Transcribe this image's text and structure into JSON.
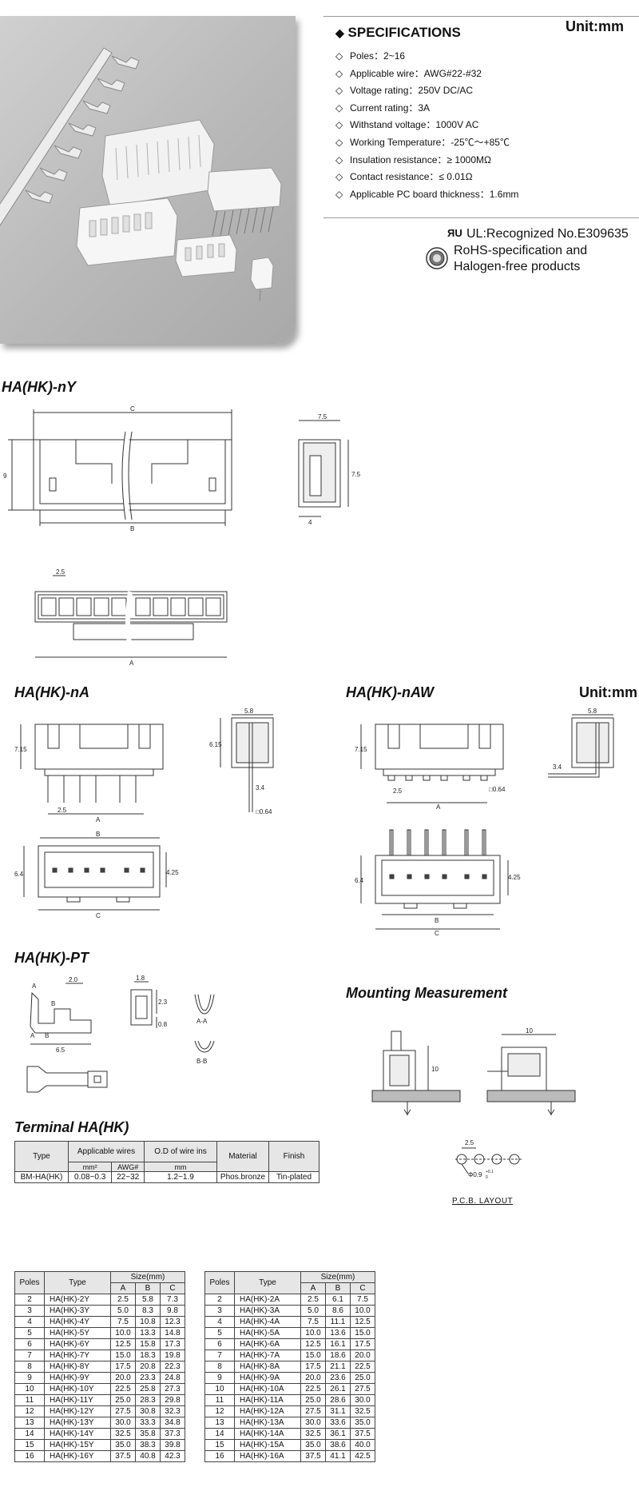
{
  "unit_label": "Unit:mm",
  "specifications": {
    "title": "SPECIFICATIONS",
    "items": [
      "Poles：2~16",
      "Applicable wire：AWG#22-#32",
      "Voltage rating：250V DC/AC",
      "Current rating：3A",
      "Withstand voltage：1000V AC",
      "Working Temperature：-25℃～+85℃",
      "Insulation resistance：≥ 1000MΩ",
      "Contact resistance：≤ 0.01Ω",
      "Applicable PC board thickness：1.6mm"
    ]
  },
  "certification": {
    "ul_mark": "ᴿᵁ",
    "ul_text": "UL:Recognized No.E309635",
    "rohs_line1": "RoHS-specification and",
    "rohs_line2": "Halogen-free products"
  },
  "sections": {
    "ny": "HA(HK)-nY",
    "na": "HA(HK)-nA",
    "naw": "HA(HK)-nAW",
    "pt": "HA(HK)-PT",
    "mounting": "Mounting Measurement",
    "terminal": "Terminal  HA(HK)"
  },
  "dims": {
    "ny_c": "C",
    "ny_b": "B",
    "ny_a": "A",
    "ny_9": "9",
    "ny_25": "2.5",
    "ny_side_75": "7.5",
    "ny_side_75v": "7.5",
    "ny_side_4": "4",
    "na_715": "7.15",
    "na_25": "2.5",
    "na_a": "A",
    "na_58": "5.8",
    "na_615": "6.15",
    "na_34": "3.4",
    "na_064": "□0.64",
    "na_b": "B",
    "na_c": "C",
    "na_64": "6.4",
    "na_425": "4.25",
    "naw_715": "7.15",
    "naw_25": "2.5",
    "naw_a": "A",
    "naw_064": "□0.64",
    "naw_58": "5.8",
    "naw_34": "3.4",
    "naw_64": "6.4",
    "naw_425": "4.25",
    "naw_b": "B",
    "naw_c": "C",
    "pt_a": "A",
    "pt_b": "B",
    "pt_20": "2.0",
    "pt_b1": "B",
    "pt_a1": "A",
    "pt_65": "6.5",
    "pt_18": "1.8",
    "pt_23": "2.3",
    "pt_08": "0.8",
    "pt_aa": "A-A",
    "pt_bb": "B-B",
    "mt_10v": "10",
    "mt_10h": "10",
    "pcb_25": "2.5",
    "pcb_hole": "Φ0.9",
    "pcb_tol_up": "+0.1",
    "pcb_tol_dn": "0",
    "pcb_layout": "P.C.B. LAYOUT"
  },
  "terminal_table": {
    "headers": [
      "Type",
      "Applicable wires",
      "O.D of wire ins",
      "Material",
      "Finish"
    ],
    "sub_headers": [
      "mm²",
      "AWG#",
      "mm"
    ],
    "row": [
      "BM-HA(HK)",
      "0.08~0.3",
      "22~32",
      "1.2~1.9",
      "Phos.bronze",
      "Tin-plated"
    ]
  },
  "size_table_headers": {
    "poles": "Poles",
    "type": "Type",
    "size": "Size(mm)",
    "a": "A",
    "b": "B",
    "c": "C"
  },
  "size_table_y": [
    [
      "2",
      "HA(HK)-2Y",
      "2.5",
      "5.8",
      "7.3"
    ],
    [
      "3",
      "HA(HK)-3Y",
      "5.0",
      "8.3",
      "9.8"
    ],
    [
      "4",
      "HA(HK)-4Y",
      "7.5",
      "10.8",
      "12.3"
    ],
    [
      "5",
      "HA(HK)-5Y",
      "10.0",
      "13.3",
      "14.8"
    ],
    [
      "6",
      "HA(HK)-6Y",
      "12.5",
      "15.8",
      "17.3"
    ],
    [
      "7",
      "HA(HK)-7Y",
      "15.0",
      "18.3",
      "19.8"
    ],
    [
      "8",
      "HA(HK)-8Y",
      "17.5",
      "20.8",
      "22.3"
    ],
    [
      "9",
      "HA(HK)-9Y",
      "20.0",
      "23.3",
      "24.8"
    ],
    [
      "10",
      "HA(HK)-10Y",
      "22.5",
      "25.8",
      "27.3"
    ],
    [
      "11",
      "HA(HK)-11Y",
      "25.0",
      "28.3",
      "29.8"
    ],
    [
      "12",
      "HA(HK)-12Y",
      "27.5",
      "30.8",
      "32.3"
    ],
    [
      "13",
      "HA(HK)-13Y",
      "30.0",
      "33.3",
      "34.8"
    ],
    [
      "14",
      "HA(HK)-14Y",
      "32.5",
      "35.8",
      "37.3"
    ],
    [
      "15",
      "HA(HK)-15Y",
      "35.0",
      "38.3",
      "39.8"
    ],
    [
      "16",
      "HA(HK)-16Y",
      "37.5",
      "40.8",
      "42.3"
    ]
  ],
  "size_table_a": [
    [
      "2",
      "HA(HK)-2A",
      "2.5",
      "6.1",
      "7.5"
    ],
    [
      "3",
      "HA(HK)-3A",
      "5.0",
      "8.6",
      "10.0"
    ],
    [
      "4",
      "HA(HK)-4A",
      "7.5",
      "11.1",
      "12.5"
    ],
    [
      "5",
      "HA(HK)-5A",
      "10.0",
      "13.6",
      "15.0"
    ],
    [
      "6",
      "HA(HK)-6A",
      "12.5",
      "16.1",
      "17.5"
    ],
    [
      "7",
      "HA(HK)-7A",
      "15.0",
      "18.6",
      "20.0"
    ],
    [
      "8",
      "HA(HK)-8A",
      "17.5",
      "21.1",
      "22.5"
    ],
    [
      "9",
      "HA(HK)-9A",
      "20.0",
      "23.6",
      "25.0"
    ],
    [
      "10",
      "HA(HK)-10A",
      "22.5",
      "26.1",
      "27.5"
    ],
    [
      "11",
      "HA(HK)-11A",
      "25.0",
      "28.6",
      "30.0"
    ],
    [
      "12",
      "HA(HK)-12A",
      "27.5",
      "31.1",
      "32.5"
    ],
    [
      "13",
      "HA(HK)-13A",
      "30.0",
      "33.6",
      "35.0"
    ],
    [
      "14",
      "HA(HK)-14A",
      "32.5",
      "36.1",
      "37.5"
    ],
    [
      "15",
      "HA(HK)-15A",
      "35.0",
      "38.6",
      "40.0"
    ],
    [
      "16",
      "HA(HK)-16A",
      "37.5",
      "41.1",
      "42.5"
    ]
  ]
}
